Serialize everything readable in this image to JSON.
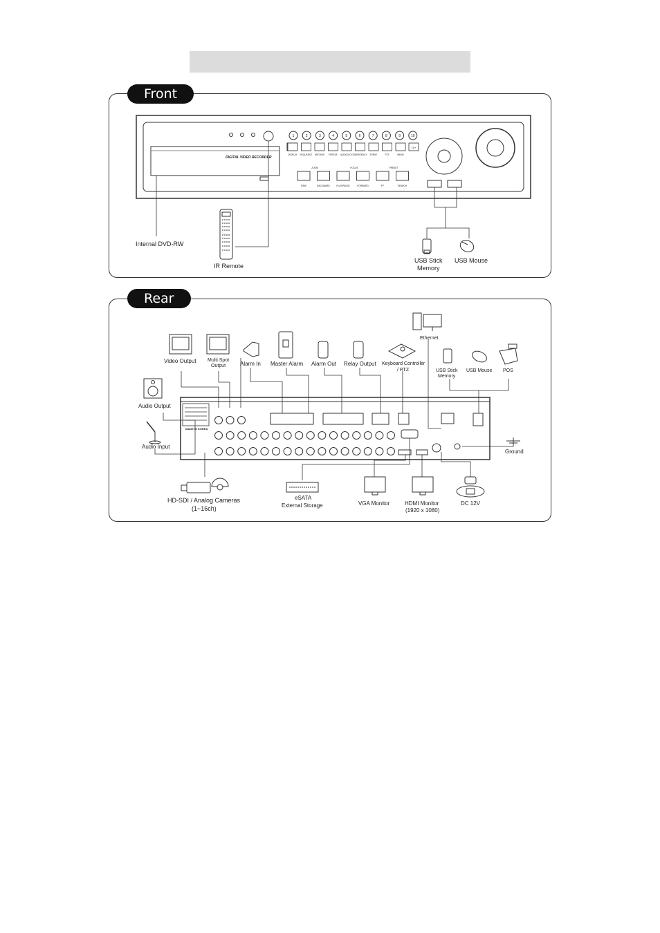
{
  "front": {
    "tab": "Front",
    "dvd_label": "DIGITAL VIDEO RECORDER",
    "button_labels": [
      "DISPLAY",
      "SEQUENCE",
      "ARCHIVE",
      "FREEZE",
      "AUDIO/VOC",
      "EMERGENCY",
      "EVENT",
      "PTZ",
      "MENU"
    ],
    "transport_labels": [
      "REW",
      "BACKWARD",
      "PLAY/PAUSE",
      "FORWARD",
      "FF",
      "SEARCH"
    ],
    "transport_top_labels": [
      "ZOOM",
      "FOCUS",
      "PRESET"
    ],
    "number_buttons": [
      "1",
      "2",
      "3",
      "4",
      "5",
      "6",
      "7",
      "8",
      "9",
      "10"
    ],
    "ten_plus": "10+",
    "labels": {
      "internal_dvd": "Internal DVD-RW",
      "ir_remote": "IR Remote",
      "usb_stick": "USB Stick",
      "usb_stick_2": "Memory",
      "usb_mouse": "USB Mouse"
    }
  },
  "rear": {
    "tab": "Rear",
    "labels": {
      "ethernet": "Ethernet",
      "video_output": "Video Output",
      "multi_spot": "Multi Spot",
      "multi_spot_2": "Output",
      "alarm_in": "Alarm In",
      "master_alarm": "Master Alarm",
      "alarm_out": "Alarm Out",
      "relay_output": "Relay Output",
      "keyboard": "Keyboard Controller",
      "keyboard_2": "/ PTZ",
      "usb_stick": "USB Stick",
      "usb_stick_2": "Memory",
      "usb_mouse": "USB Mouse",
      "pos": "POS",
      "audio_output": "Audio Output",
      "audio_input": "Audio Input",
      "ground": "Ground",
      "cameras": "HD-SDI / Analog Cameras",
      "cameras_2": "(1~16ch)",
      "esata": "eSATA",
      "esata_2": "External Storage",
      "vga": "VGA Monitor",
      "hdmi": "HDMI Monitor",
      "hdmi_2": "(1920 x 1080)",
      "dc": "DC 12V",
      "made_in": "MADE IN KOREA"
    }
  }
}
